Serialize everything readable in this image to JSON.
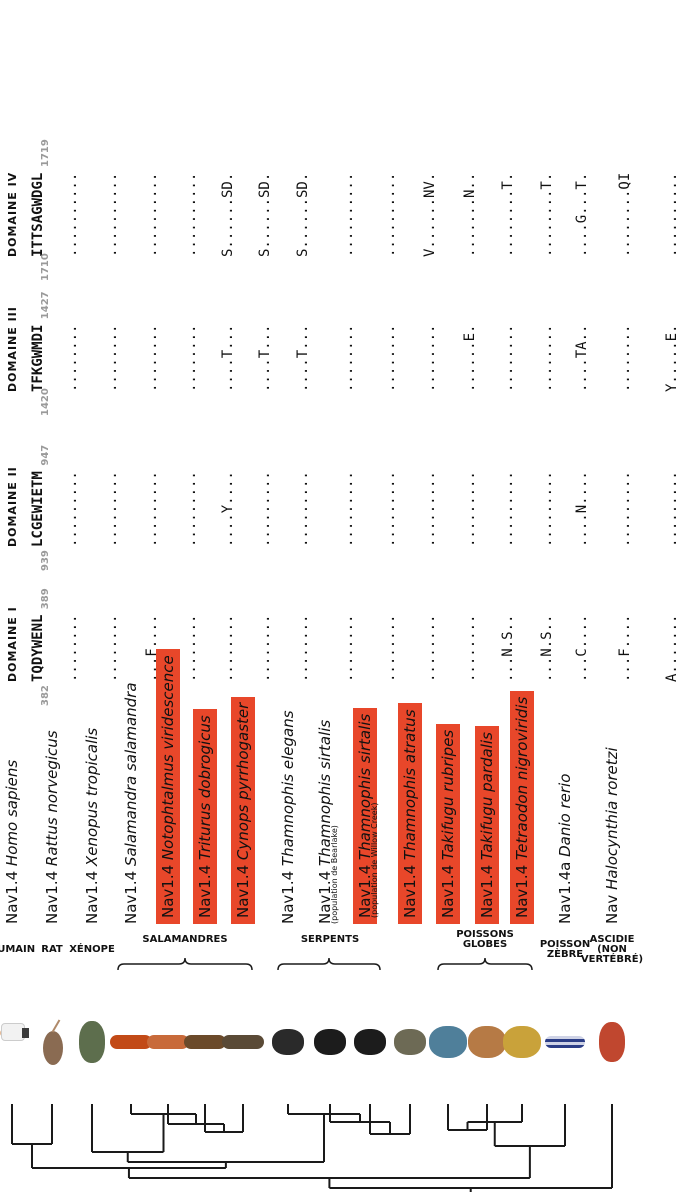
{
  "domains": [
    {
      "label": "Domaine I",
      "start": "382",
      "end": "389",
      "ref": "TQDYWENL"
    },
    {
      "label": "Domaine II",
      "start": "939",
      "end": "947",
      "ref": "LCGEWIETM"
    },
    {
      "label": "Domaine III",
      "start": "1420",
      "end": "1427",
      "ref": "TFKGWMDI"
    },
    {
      "label": "Domaine IV",
      "start": "1710",
      "end": "1719",
      "ref": "ITTSAGWDGL"
    }
  ],
  "groups": [
    {
      "label": "HUMAIN"
    },
    {
      "label": "RAT"
    },
    {
      "label": "XÉNOPE"
    },
    {
      "label": "SALAMANDRES"
    },
    {
      "label": "SERPENTS"
    },
    {
      "label": "POISSONS GLOBES"
    },
    {
      "label": "POISSON ZÈBRE"
    },
    {
      "label": "ASCIDIE (NON VERTÉBRÉ)"
    }
  ],
  "taxa": [
    {
      "protein": "Nav1.4",
      "species": "Homo sapiens",
      "population": "",
      "resistant": false,
      "seq": [
        "........",
        ".........",
        "........",
        ".........."
      ]
    },
    {
      "protein": "Nav1.4",
      "species": "Rattus norvegicus",
      "population": "",
      "resistant": false,
      "seq": [
        "........",
        ".........",
        "........",
        ".........."
      ]
    },
    {
      "protein": "Nav1.4",
      "species": "Xenopus tropicalis",
      "population": "",
      "resistant": false,
      "seq": [
        "...F....",
        ".........",
        "........",
        ".........."
      ]
    },
    {
      "protein": "Nav1.4",
      "species": "Salamandra salamandra",
      "population": "",
      "resistant": false,
      "seq": [
        "........",
        ".........",
        "........",
        ".........."
      ]
    },
    {
      "protein": "Nav1.4",
      "species": "Notophtalmus viridescence",
      "population": "",
      "resistant": true,
      "seq": [
        "........",
        "....Y....",
        "....T...",
        "S......SD."
      ]
    },
    {
      "protein": "Nav1.4",
      "species": "Triturus dobrogicus",
      "population": "",
      "resistant": true,
      "seq": [
        "........",
        ".........",
        "....T...",
        "S......SD."
      ]
    },
    {
      "protein": "Nav1.4",
      "species": "Cynops pyrrhogaster",
      "population": "",
      "resistant": true,
      "seq": [
        "........",
        ".........",
        "....T...",
        "S......SD."
      ]
    },
    {
      "protein": "Nav1.4",
      "species": "Thamnophis elegans",
      "population": "",
      "resistant": false,
      "seq": [
        "........",
        ".........",
        "........",
        ".........."
      ]
    },
    {
      "protein": "Nav1.4",
      "species": "Thamnophis sirtalis",
      "population": "(population de Bearlake)",
      "resistant": false,
      "seq": [
        "........",
        ".........",
        "........",
        ".........."
      ]
    },
    {
      "protein": "Nav1.4",
      "species": "Thamnophis sirtalis",
      "population": "(population de Willow Creek)",
      "resistant": true,
      "seq": [
        "........",
        ".........",
        "........",
        "V......NV."
      ]
    },
    {
      "protein": "Nav1.4",
      "species": "Thamnophis atratus",
      "population": "",
      "resistant": true,
      "seq": [
        "........",
        ".........",
        "......E.",
        ".......N.."
      ]
    },
    {
      "protein": "Nav1.4",
      "species": "Takifugu rubripes",
      "population": "",
      "resistant": true,
      "seq": [
        "...N.S..",
        ".........",
        "........",
        "........T."
      ]
    },
    {
      "protein": "Nav1.4",
      "species": "Takifugu pardalis",
      "population": "",
      "resistant": true,
      "seq": [
        "...N.S..",
        ".........",
        "........",
        "........T."
      ]
    },
    {
      "protein": "Nav1.4",
      "species": "Tetraodon nigroviridis",
      "population": "",
      "resistant": true,
      "seq": [
        "...C....",
        "....N....",
        "....TA..",
        "....G...T."
      ]
    },
    {
      "protein": "Nav1.4a",
      "species": "Danio rerio",
      "population": "",
      "resistant": false,
      "seq": [
        "...F....",
        ".........",
        "........",
        "........QI"
      ]
    },
    {
      "protein": "Nav",
      "species": "Halocynthia roretzi",
      "population": "",
      "resistant": false,
      "seq": [
        "A.......",
        ".........",
        "Y.....E.",
        ".........."
      ]
    }
  ],
  "colors": {
    "resistant_highlight": "#e8472a",
    "text": "#111111",
    "tree": "#1a1a1a",
    "residue_number": "#9a9a9a"
  }
}
